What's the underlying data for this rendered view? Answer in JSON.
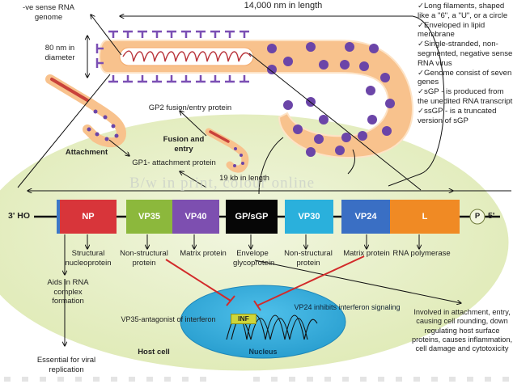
{
  "virion": {
    "genome_label": "-ve sense RNA genome",
    "length_label": "14,000 nm in length",
    "diameter_label": "80 nm in diameter"
  },
  "entry": {
    "gp2_label": "GP2 fusion/entry protein",
    "fusion_label": "Fusion and entry",
    "attachment_label": "Attachment",
    "gp1_label": "GP1- attachment protein",
    "genome_length_label": "19 kb in length"
  },
  "watermark": "B/w in print, colour online",
  "facts": [
    "Long filaments, shaped like a \"6\", a \"U\", or a circle",
    "Enveloped in lipid membrane",
    "Single-stranded, non-segmented, negative sense RNA virus",
    "Genome consist of seven genes",
    "sGP - is produced from the unedited RNA transcript",
    "ssGP - is a truncated version of sGP"
  ],
  "genome": {
    "left_end": "3' HO",
    "right_end": "5'",
    "cap": "P",
    "genes": [
      {
        "name": "NP",
        "color": "#d8353a",
        "function": "Structural nucleoprotein"
      },
      {
        "name": "VP35",
        "color": "#8cb83c",
        "function": "Non-structural protein"
      },
      {
        "name": "VP40",
        "color": "#7d4fb0",
        "function": "Matrix protein"
      },
      {
        "name": "GP/sGP",
        "color": "#060606",
        "function": "Envelope glycoprotein"
      },
      {
        "name": "VP30",
        "color": "#2ab0dc",
        "function": "Non-structural protein"
      },
      {
        "name": "VP24",
        "color": "#3a6fc4",
        "function": "Matrix protein"
      },
      {
        "name": "L",
        "color": "#f08a24",
        "function": "RNA polymerase"
      }
    ]
  },
  "host": {
    "np_role1": "Aids in RNA complex formation",
    "np_role2": "Essential for viral replication",
    "vp35_note": "VP35-antagonist of interferon",
    "vp24_note": "VP24 inhibits interferon signaling",
    "inf_label": "INF",
    "nucleus_label": "Nucleus",
    "host_cell_label": "Host cell",
    "gp_effects": "Involved in attachment, entry, causing cell rounding, down regulating host surface proteins, causes inflammation, cell damage and cytotoxicity"
  }
}
